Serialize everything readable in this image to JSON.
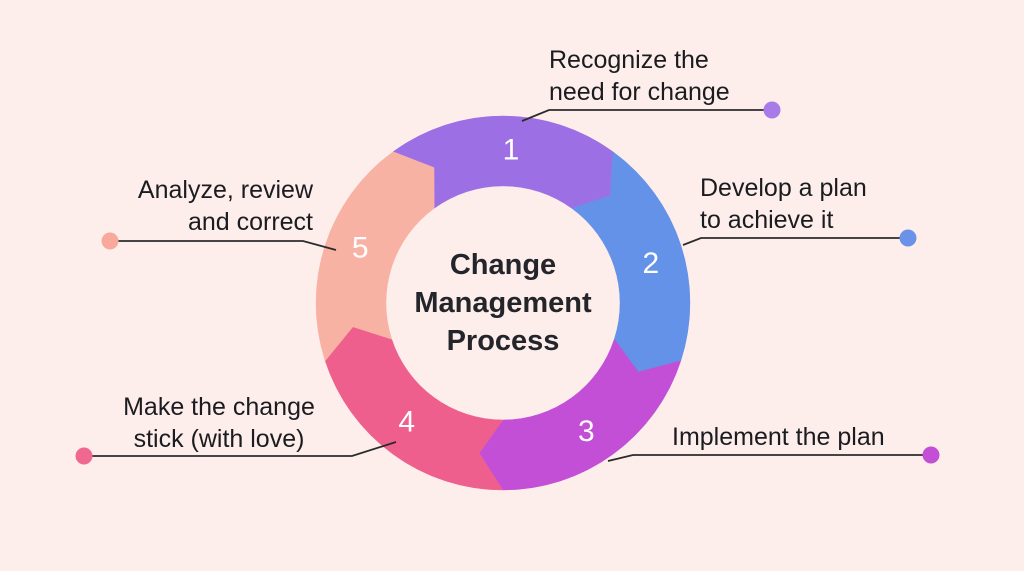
{
  "background": "#fdeeec",
  "line_color": "#2b2b2b",
  "title": {
    "text": "Change\nManagement\nProcess",
    "color": "#23252b"
  },
  "segments": [
    {
      "number": "1",
      "label": "Recognize the\nneed for change",
      "color": "#9c6fe4",
      "dot_color": "#a87ce8"
    },
    {
      "number": "2",
      "label": "Develop a plan\nto achieve it",
      "color": "#6392e8",
      "dot_color": "#6a92e8"
    },
    {
      "number": "3",
      "label": "Implement the plan",
      "color": "#c24fd5",
      "dot_color": "#c24fd5"
    },
    {
      "number": "4",
      "label": "Make the change\nstick (with love)",
      "color": "#ef5f8d",
      "dot_color": "#f0688f"
    },
    {
      "number": "5",
      "label": "Analyze, review\nand correct",
      "color": "#f8b2a3",
      "dot_color": "#f8a99b"
    }
  ]
}
